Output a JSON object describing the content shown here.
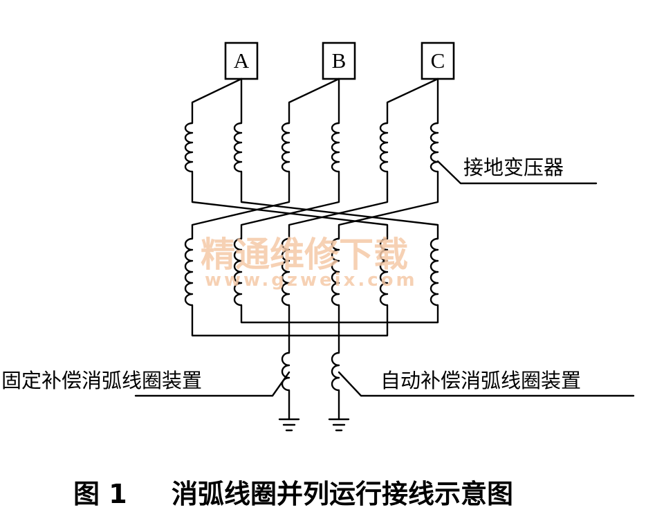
{
  "phases": [
    "A",
    "B",
    "C"
  ],
  "labels": {
    "grounding_transformer": "接地变压器",
    "fixed_device": "固定补偿消弧线圈装置",
    "auto_device": "自动补偿消弧线圈装置"
  },
  "watermark": {
    "cn": "精通维修下载",
    "url": "www.gzweix.com"
  },
  "caption": {
    "number": "图 1",
    "title": "消弧线圈并列运行接线示意图"
  }
}
